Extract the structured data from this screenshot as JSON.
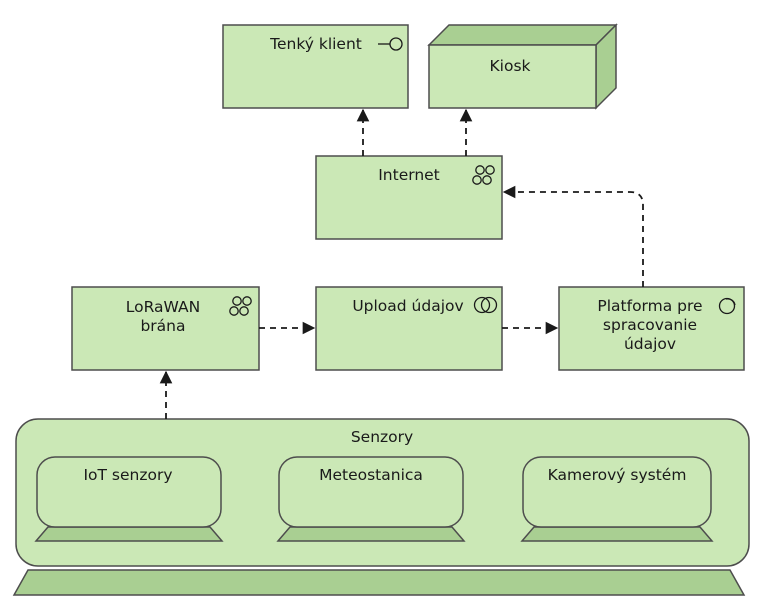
{
  "nodes": {
    "thin_client": "Tenký klient",
    "kiosk": "Kiosk",
    "internet": "Internet",
    "lorawan": [
      "LoRaWAN",
      "brána"
    ],
    "upload": "Upload údajov",
    "platform": [
      "Platforma pre",
      "spracovanie",
      "údajov"
    ],
    "sensors_group": "Senzory",
    "iot": "IoT senzory",
    "weather": "Meteostanica",
    "camera": "Kamerový systém"
  },
  "colors": {
    "fill": "#cbe8b6",
    "shade": "#a9cf92",
    "stroke": "#4d4d4d",
    "connector": "#1a1a1a"
  },
  "icons": {
    "thin_client": "interface-icon",
    "internet": "network-icon",
    "lorawan": "network-icon",
    "upload": "service-icon",
    "platform": "system-software-icon"
  }
}
